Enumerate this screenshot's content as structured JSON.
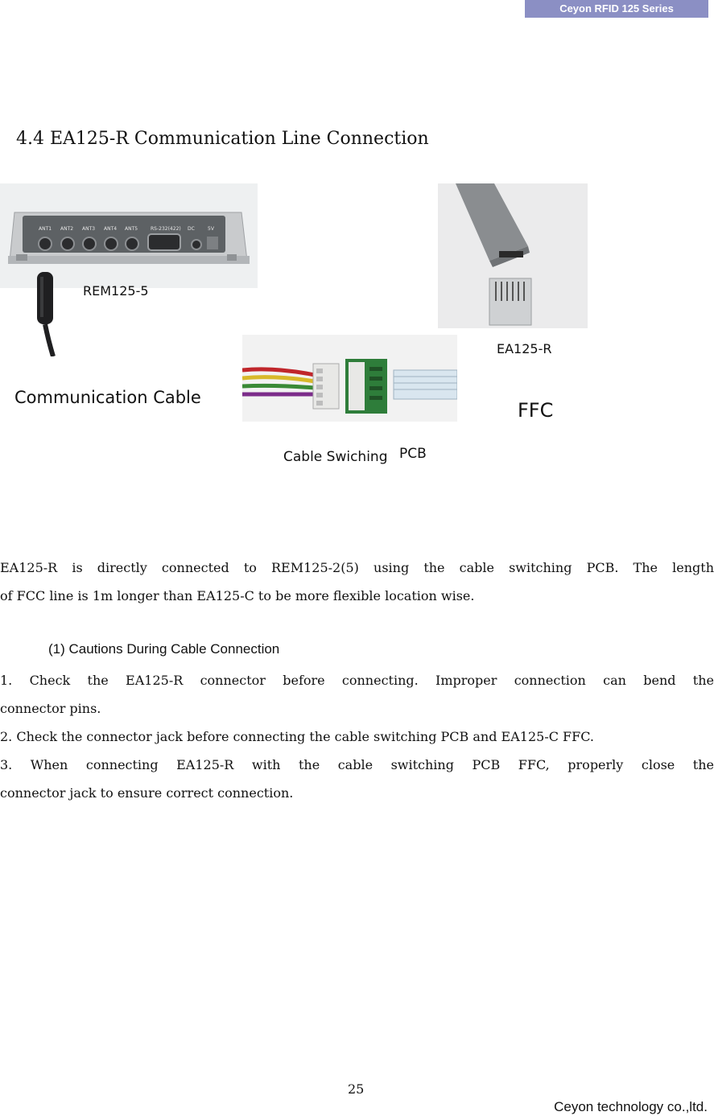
{
  "header": {
    "badge": "Ceyon RFID 125 Series"
  },
  "section": {
    "title": "4.4 EA125-R Communication Line Connection"
  },
  "figure": {
    "label_rem": "REM125-5",
    "label_ea": "EA125-R",
    "label_comm": "Communication Cable",
    "label_ffc": "FFC",
    "label_pcb_a": "Cable Swiching",
    "label_pcb_b": "PCB",
    "ports": [
      "ANT1",
      "ANT2",
      "ANT3",
      "ANT4",
      "ANT5",
      "RS-232(422)",
      "DC",
      "5V"
    ],
    "colors": {
      "device_body": "#c9cbcd",
      "wire_red": "#c0262b",
      "wire_green": "#3a8a36",
      "wire_yellow": "#d8b92a",
      "pcb": "#2e7d3a"
    }
  },
  "body": {
    "p1_line1": "EA125-R is directly connected to REM125-2(5) using the cable switching PCB.  The length",
    "p1_line2": "of FCC line is 1m longer than EA125-C to be more flexible location wise.",
    "cautions_heading": "(1) Cautions During Cable Connection",
    "c1_line1": "1.  Check  the  EA125-R  connector  before  connecting.   Improper  connection  can  bend  the",
    "c1_line2": "connector pins.",
    "c2": "2. Check the connector jack before connecting the cable switching PCB and EA125-C FFC.",
    "c3_line1": "3.  When  connecting  EA125-R  with  the  cable  switching  PCB  FFC,  properly  close  the",
    "c3_line2": "connector jack to ensure correct connection."
  },
  "footer": {
    "page": "25",
    "company": "Ceyon technology co.,ltd."
  }
}
